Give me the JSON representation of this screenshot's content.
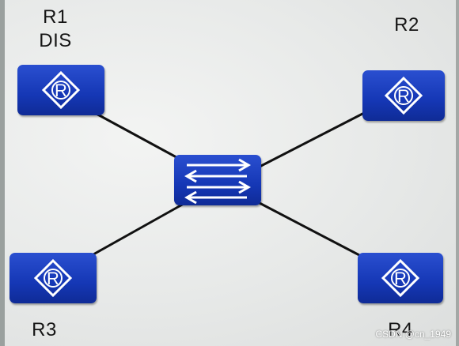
{
  "nodes": {
    "r1": {
      "name": "R1",
      "role": "DIS",
      "type": "router"
    },
    "r2": {
      "name": "R2",
      "type": "router"
    },
    "r3": {
      "name": "R3",
      "type": "router"
    },
    "r4": {
      "name": "R4",
      "type": "router"
    },
    "sw": {
      "type": "switch"
    }
  },
  "links": [
    [
      "r1",
      "sw"
    ],
    [
      "r2",
      "sw"
    ],
    [
      "r3",
      "sw"
    ],
    [
      "r4",
      "sw"
    ]
  ],
  "colors": {
    "device_fill": "#1a3ec2",
    "device_symbol": "#ffffff",
    "link": "#111111"
  },
  "watermark": "CSDN @cn_1949"
}
